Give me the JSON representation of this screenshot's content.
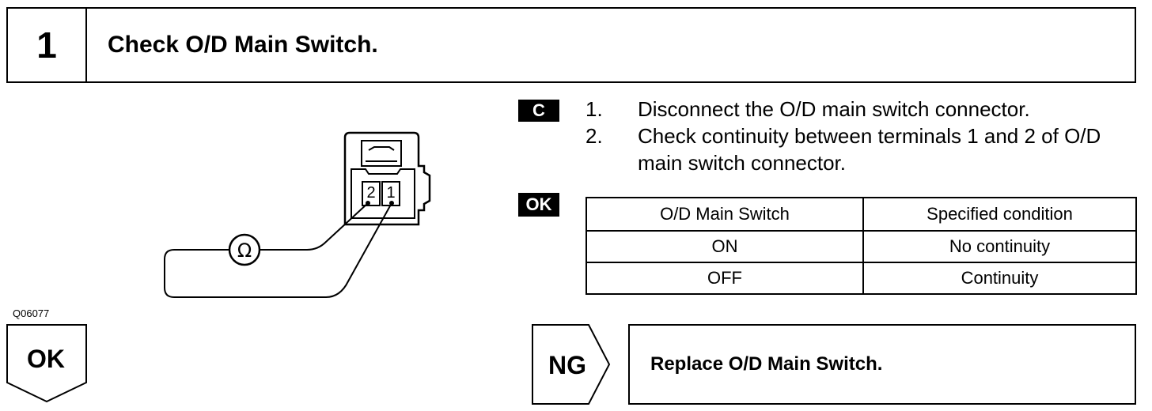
{
  "step": {
    "number": "1",
    "title": "Check O/D Main Switch."
  },
  "figure": {
    "code": "Q06077",
    "terminal_labels": [
      "2",
      "1"
    ],
    "meter_symbol": "Ω"
  },
  "badges": {
    "c": "C",
    "ok": "OK"
  },
  "instructions": [
    {
      "n": "1.",
      "text": "Disconnect the O/D main switch connector."
    },
    {
      "n": "2.",
      "text": "Check continuity between terminals 1 and 2 of O/D main switch connector."
    }
  ],
  "spec_table": {
    "headers": [
      "O/D Main Switch",
      "Specified condition"
    ],
    "rows": [
      [
        "ON",
        "No continuity"
      ],
      [
        "OFF",
        "Continuity"
      ]
    ]
  },
  "ok_label": "OK",
  "ng_label": "NG",
  "ng_action": "Replace O/D Main Switch."
}
